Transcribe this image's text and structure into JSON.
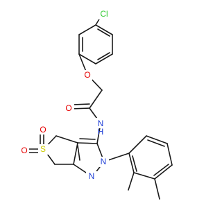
{
  "molecule": {
    "atoms": {
      "cl": {
        "label": "Cl",
        "color": "#33cc33"
      },
      "o_ether": {
        "label": "O",
        "color": "#e60000"
      },
      "o_carbonyl": {
        "label": "O",
        "color": "#e60000"
      },
      "n_amide": {
        "label": "N",
        "color": "#1f3fd6"
      },
      "h_amide": {
        "label": "H",
        "color": "#1f3fd6"
      },
      "n_ring2": {
        "label": "N",
        "color": "#1f3fd6"
      },
      "n_ring1": {
        "label": "N",
        "color": "#1f3fd6"
      },
      "s": {
        "label": "S",
        "color": "#cccc00"
      },
      "o_s1": {
        "label": "O",
        "color": "#e60000"
      },
      "o_s2": {
        "label": "O",
        "color": "#e60000"
      }
    }
  }
}
